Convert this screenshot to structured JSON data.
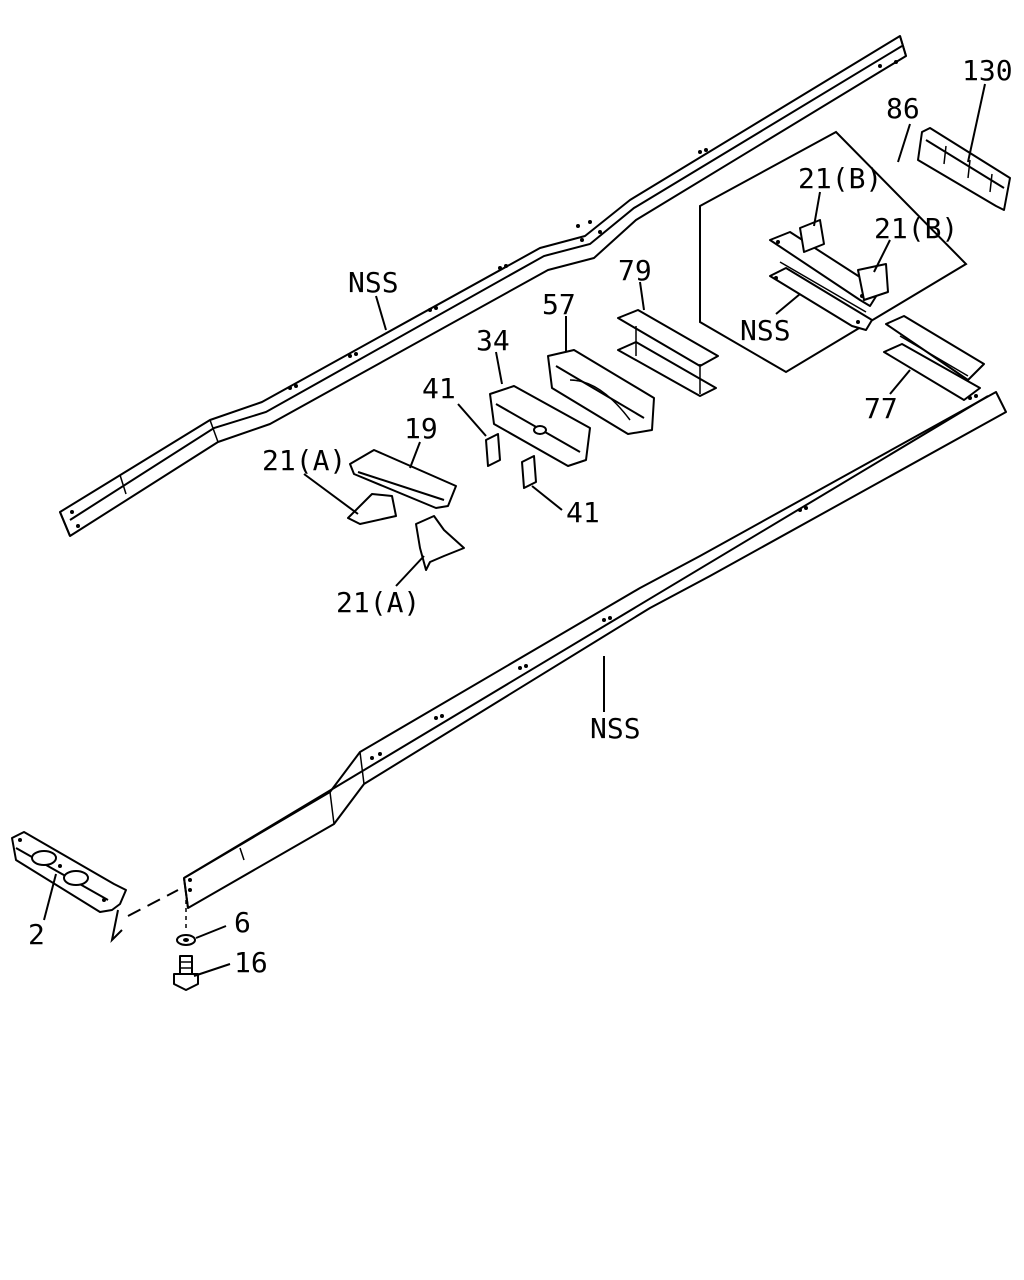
{
  "callouts": {
    "rail_top": "NSS",
    "rail_bottom": "NSS",
    "inset_part": "NSS",
    "p130": "130",
    "p86": "86",
    "p21b_1": "21(B)",
    "p21b_2": "21(B)",
    "p79": "79",
    "p57": "57",
    "p34": "34",
    "p41_1": "41",
    "p41_2": "41",
    "p19": "19",
    "p21a_1": "21(A)",
    "p21a_2": "21(A)",
    "p77": "77",
    "p2": "2",
    "p6": "6",
    "p16": "16"
  }
}
